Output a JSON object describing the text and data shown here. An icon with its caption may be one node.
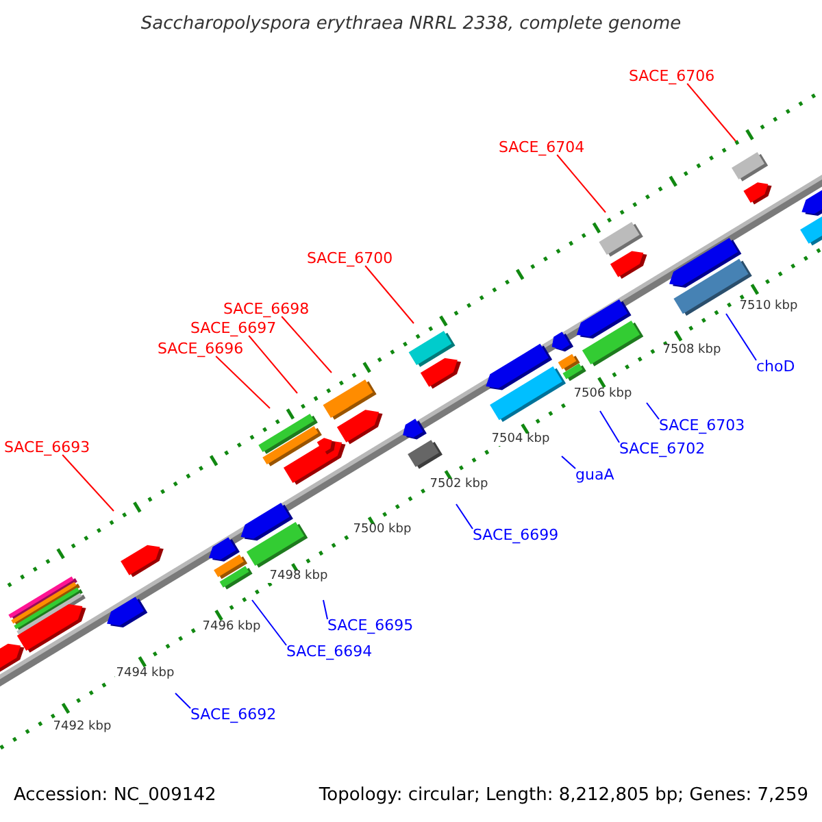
{
  "diagram": {
    "title": "Saccharopolyspora erythraea NRRL 2338, complete genome",
    "nodes": [
      {
        "text": [
          "SACE_6706"
        ]
      },
      {
        "text": [
          "SACE_6704"
        ]
      },
      {
        "text": [
          "SACE_6700"
        ]
      },
      {
        "text": [
          "SACE_6698"
        ]
      },
      {
        "text": [
          "SACE_6697"
        ]
      },
      {
        "text": [
          "SACE_6696"
        ]
      },
      {
        "text": [
          "SACE_6693"
        ]
      },
      {
        "text": [
          "choD"
        ]
      },
      {
        "text": [
          "SACE_6703"
        ]
      },
      {
        "text": [
          "SACE_6702"
        ]
      },
      {
        "text": [
          "guaA"
        ]
      },
      {
        "text": [
          "SACE_6699"
        ]
      },
      {
        "text": [
          "SACE_6695"
        ]
      },
      {
        "text": [
          "SACE_6694"
        ]
      },
      {
        "text": [
          "SACE_6692"
        ]
      }
    ],
    "edges": [
      {
        "from": 0,
        "to": null,
        "arrow": "none",
        "color": "#ff0000"
      },
      {
        "from": 1,
        "to": null,
        "arrow": "none",
        "color": "#ff0000"
      },
      {
        "from": 2,
        "to": null,
        "arrow": "none",
        "color": "#ff0000"
      },
      {
        "from": 3,
        "to": null,
        "arrow": "none",
        "color": "#ff0000"
      },
      {
        "from": 4,
        "to": null,
        "arrow": "none",
        "color": "#ff0000"
      },
      {
        "from": 5,
        "to": null,
        "arrow": "none",
        "color": "#ff0000"
      },
      {
        "from": 6,
        "to": null,
        "arrow": "none",
        "color": "#ff0000"
      },
      {
        "from": 7,
        "to": null,
        "arrow": "none"
      },
      {
        "from": 8,
        "to": null,
        "arrow": "none"
      },
      {
        "from": 9,
        "to": null,
        "arrow": "none"
      },
      {
        "from": 10,
        "to": null,
        "arrow": "none"
      },
      {
        "from": 11,
        "to": null,
        "arrow": "none"
      },
      {
        "from": 12,
        "to": null,
        "arrow": "none"
      },
      {
        "from": 13,
        "to": null,
        "arrow": "none"
      },
      {
        "from": 14,
        "to": null,
        "arrow": "none"
      }
    ],
    "labels": [
      "7492 kbp",
      "7494 kbp",
      "7496 kbp",
      "7498 kbp",
      "7500 kbp",
      "7502 kbp",
      "7504 kbp",
      "7506 kbp",
      "7508 kbp",
      "7510 kbp",
      "Accession: NC_009142",
      "Topology: circular; Length: 8,212,805 bp; Genes: 7,259"
    ]
  }
}
